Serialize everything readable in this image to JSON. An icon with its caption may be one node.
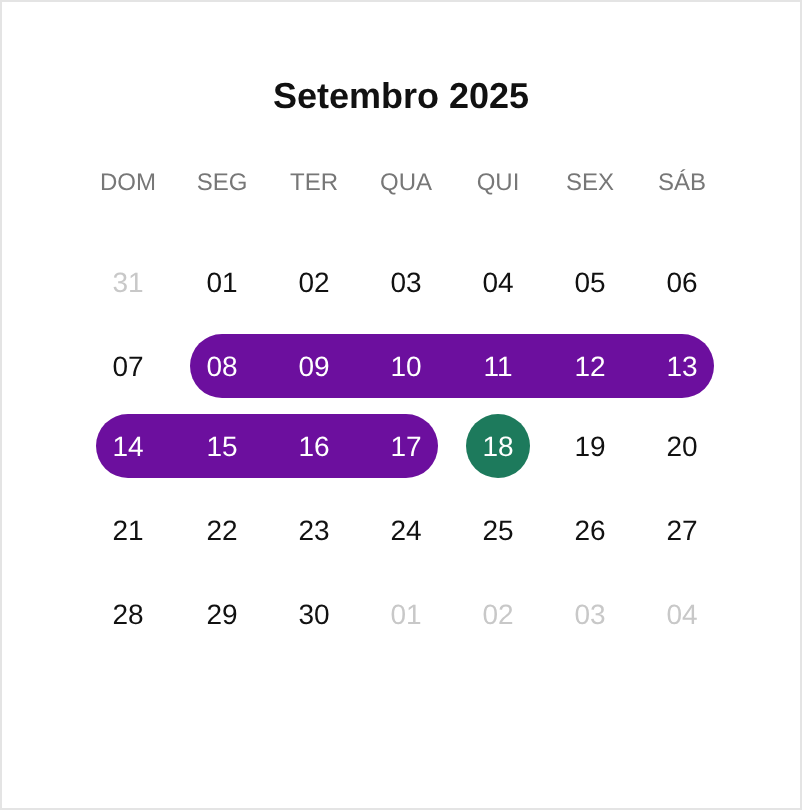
{
  "diagram": {
    "title": "Setembro 2025",
    "labels": [
      "DOM",
      "SEG",
      "TER",
      "QUA",
      "QUI",
      "SEX",
      "SÁB",
      "31",
      "01",
      "02",
      "03",
      "04",
      "05",
      "06",
      "07",
      "08",
      "09",
      "10",
      "11",
      "12",
      "13",
      "14",
      "15",
      "16",
      "17",
      "18",
      "19",
      "20",
      "21",
      "22",
      "23",
      "24",
      "25",
      "26",
      "27",
      "28",
      "29",
      "30",
      "01",
      "02",
      "03",
      "04"
    ]
  }
}
